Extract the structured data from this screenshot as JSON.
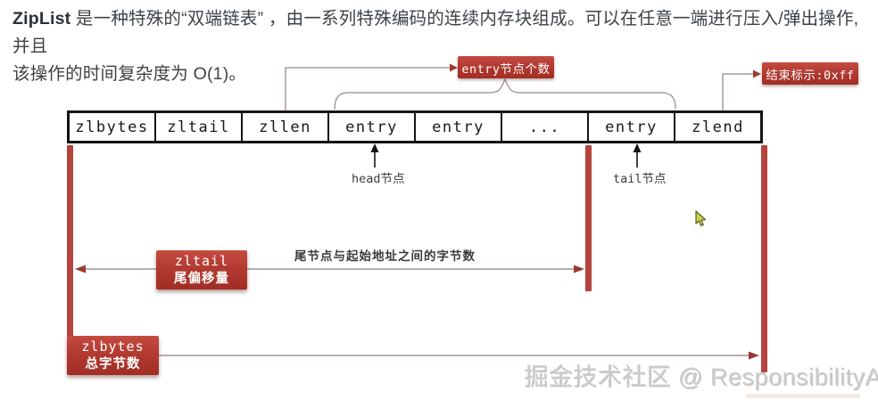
{
  "intro": {
    "bold": "ZipList",
    "line1_rest": " 是一种特殊的“双端链表” ，由一系列特殊编码的连续内存块组成。可以在任意一端进行压入/弹出操作, 并且",
    "line2": "该操作的时间复杂度为 O(1)。"
  },
  "structure": {
    "cells": [
      "zlbytes",
      "zltail",
      "zllen",
      "entry",
      "entry",
      "...",
      "entry",
      "zlend"
    ]
  },
  "callouts": {
    "entry_count": "entry节点个数",
    "end_marker": "结束标示:0xff",
    "head_node": "head节点",
    "tail_node": "tail节点"
  },
  "measures": {
    "zltail": {
      "title": "zltail",
      "subtitle": "尾偏移量",
      "caption": "尾节点与起始地址之间的字节数"
    },
    "zlbytes": {
      "title": "zlbytes",
      "subtitle": "总字节数"
    }
  },
  "watermark": "掘金技术社区 @ ResponsibilityAmbiti",
  "colors": {
    "red_label": "#b23a31",
    "red_bar": "#b5443c",
    "connector_line": "#a89a9a",
    "measure_line": "#8d7e7e",
    "arrowhead_red": "#9c3a31",
    "table_border": "#141414"
  }
}
